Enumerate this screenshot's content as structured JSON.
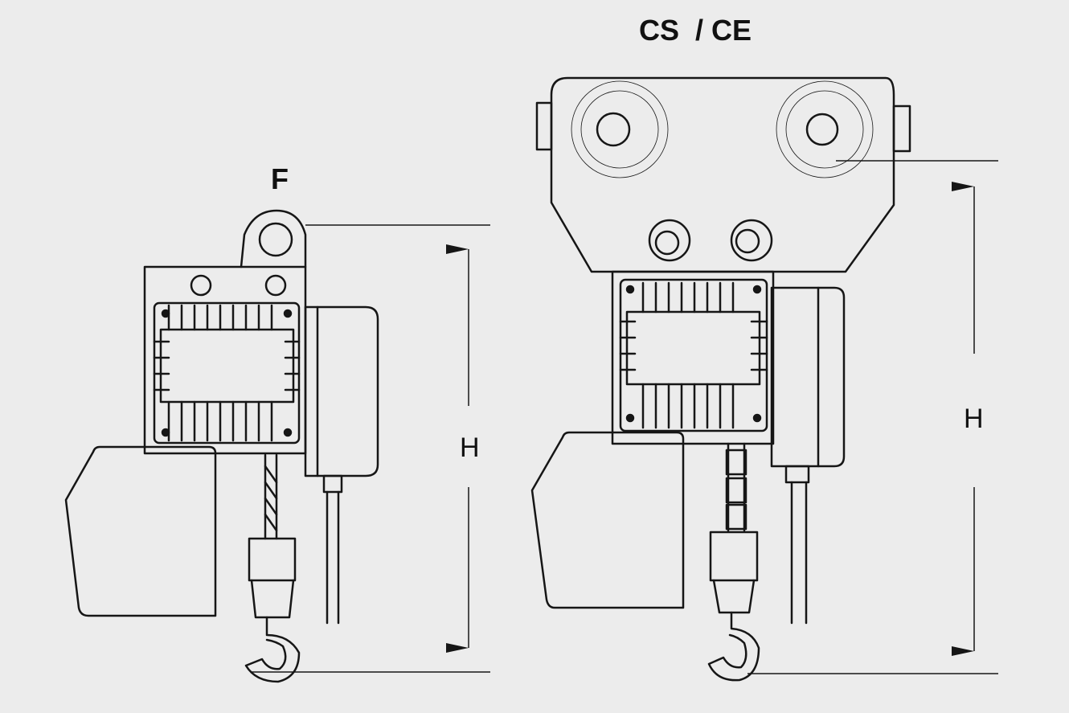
{
  "labels": {
    "left_title": "F",
    "right_title": "CS  / CE",
    "left_dim": "H",
    "right_dim": "H"
  },
  "colors": {
    "background": "#ececec",
    "ink": "#161616"
  }
}
